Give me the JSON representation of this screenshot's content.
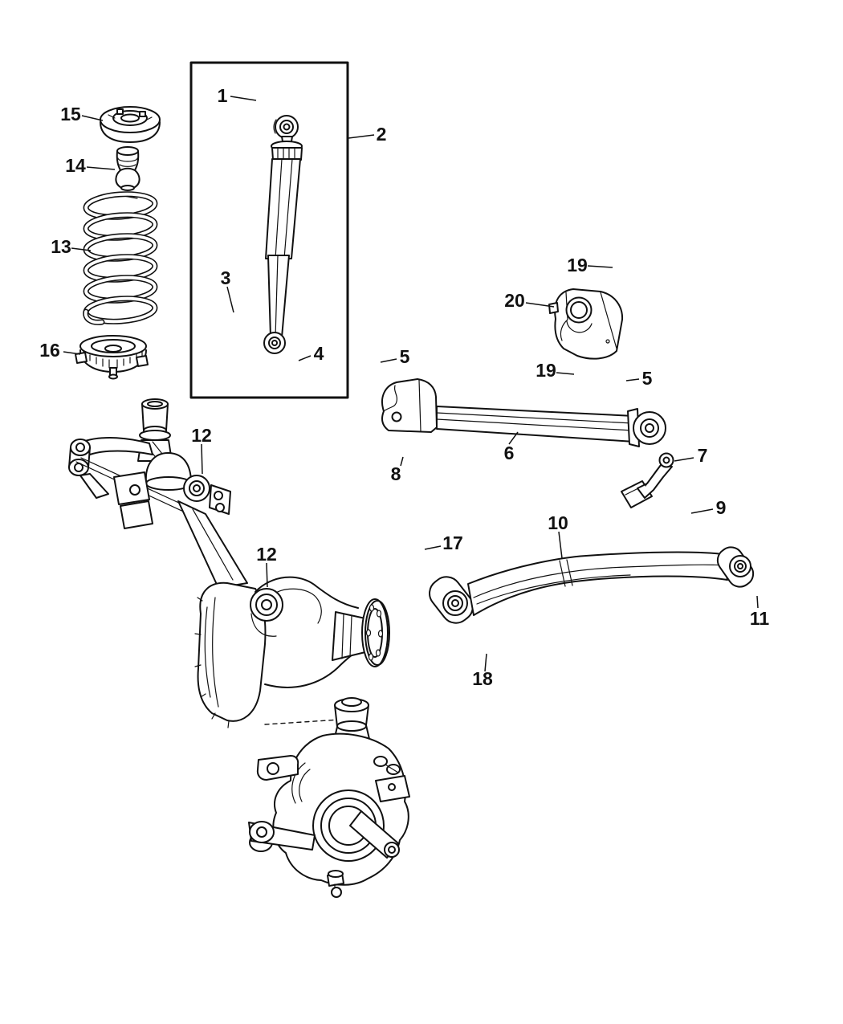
{
  "window": {
    "background": "#ffffff",
    "ink": "#111111",
    "description_labels_total": 23
  },
  "callouts": {
    "c1": {
      "label": "1"
    },
    "c2": {
      "label": "2"
    },
    "c3": {
      "label": "3"
    },
    "c4": {
      "label": "4"
    },
    "c5_left": {
      "label": "5"
    },
    "c5_right": {
      "label": "5"
    },
    "c6": {
      "label": "6"
    },
    "c7": {
      "label": "7"
    },
    "c8": {
      "label": "8"
    },
    "c9": {
      "label": "9"
    },
    "c10": {
      "label": "10"
    },
    "c11": {
      "label": "11"
    },
    "c12_upper": {
      "label": "12"
    },
    "c12_lower": {
      "label": "12"
    },
    "c13": {
      "label": "13"
    },
    "c14": {
      "label": "14"
    },
    "c15": {
      "label": "15"
    },
    "c16": {
      "label": "16"
    },
    "c17": {
      "label": "17"
    },
    "c18": {
      "label": "18"
    },
    "c19_top": {
      "label": "19"
    },
    "c19_mid": {
      "label": "19"
    },
    "c20": {
      "label": "20"
    }
  }
}
